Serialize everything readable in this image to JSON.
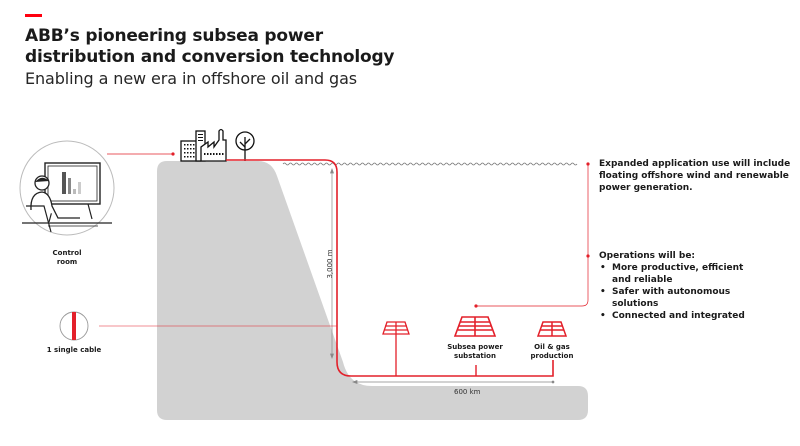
{
  "header": {
    "title_line1": "ABB’s pioneering subsea power",
    "title_line2": "distribution and conversion technology",
    "subtitle": "Enabling a new era in offshore oil and gas"
  },
  "colors": {
    "accent": "#ff000f",
    "land": "#d2d2d2",
    "ink": "#1a1a1a"
  },
  "diagram": {
    "control_room_label": [
      "Control",
      "room"
    ],
    "cable_label": "1 single cable",
    "depth_label": "3,000 m",
    "distance_label": "600 km",
    "substation_label": [
      "Subsea power",
      "substation"
    ],
    "production_label": [
      "Oil & gas",
      "production"
    ],
    "icons": [
      "control-room-icon",
      "city-icon",
      "factory-icon",
      "tree-icon",
      "cable-cross-section-icon",
      "floating-wind-platform-icon",
      "subsea-substation-icon",
      "oil-gas-production-icon"
    ]
  },
  "callouts": {
    "expanded": "Expanded application use will include floating offshore wind and renewable power generation.",
    "expanded_lines": [
      "Expanded application use will include",
      "floating offshore wind and renewable",
      "power generation."
    ],
    "operations_heading": "Operations will be:",
    "operations_items": [
      [
        "More productive, efficient",
        "and reliable"
      ],
      [
        "Safer with autonomous",
        "solutions"
      ],
      [
        "Connected and integrated"
      ]
    ]
  }
}
